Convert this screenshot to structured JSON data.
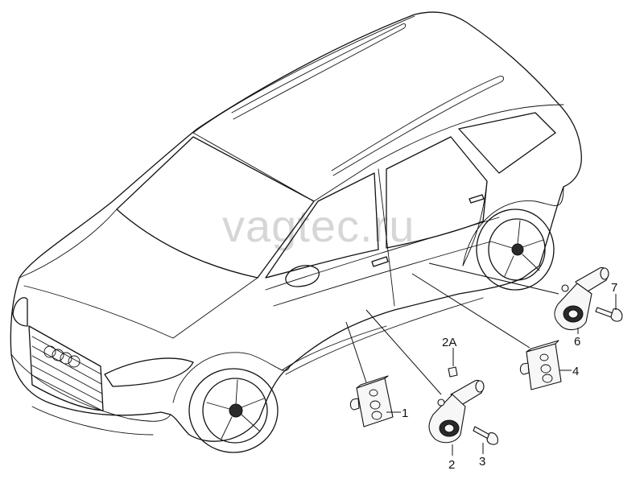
{
  "watermark": "vagtec.ru",
  "callouts": {
    "c1": "1",
    "c2": "2",
    "c2a": "2A",
    "c3": "3",
    "c4": "4",
    "c6": "6",
    "c7": "7"
  },
  "logo": "four-rings-emblem"
}
